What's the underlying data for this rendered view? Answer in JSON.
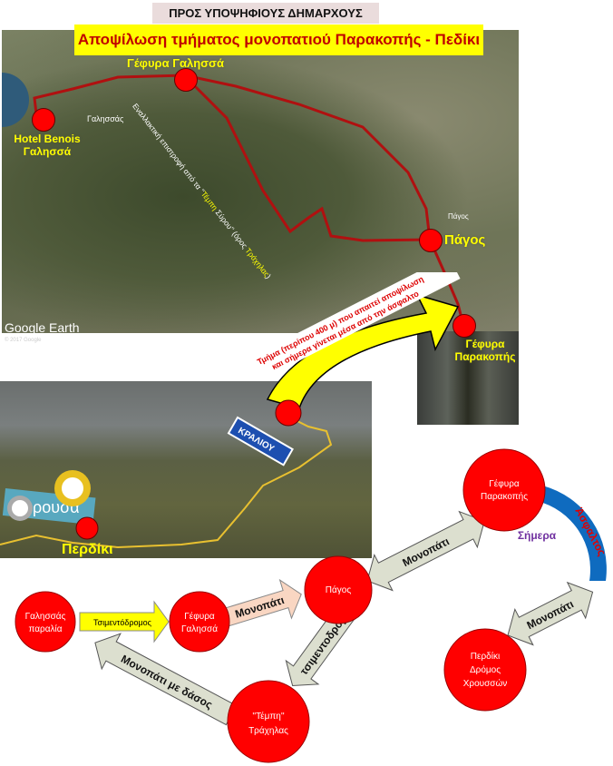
{
  "header": "ΠΡΟΣ ΥΠΟΨΗΦΙΟΥΣ ΔΗΜΑΡΧΟΥΣ",
  "title": "Αποψίλωση τμήματος μονοπατιού Παρακοπής - Πεδίκι",
  "map_top": {
    "markers": {
      "gefyra_galissa": "Γέφυρα Γαλησσά",
      "hotel_1": "Hotel Benois",
      "hotel_2": "Γαλησσά",
      "pagos": "Πάγος",
      "gefyra_parakopis_1": "Γέφυρα",
      "gefyra_parakopis_2": "Παρακοπής"
    },
    "place_label": "Γαλησσάς",
    "village_label": "Πάγος",
    "route_note": {
      "prefix": "Εναλλακτική επιστροφή από τα ''",
      "tempi": "Τέμπη",
      "middle": " Σύρου'' (όρος ",
      "trachilas": "Τράχηλας",
      "suffix": ")"
    },
    "logo": "Google Earth",
    "copyright": "© 2017 Google"
  },
  "callout": {
    "line1": "Τμήμα (περίπου 400 μ)  που απαιτεί αποψίλωση",
    "line2": "και σήμερα γίνεται μέσα από την άσφαλτο"
  },
  "map_bottom": {
    "sign": "ΚΡΑΛΙΟΥ",
    "sign2": "ρουσα",
    "perdiki": "Περδίκι"
  },
  "diagram": {
    "nodes": {
      "galissas_1": "Γαλησσάς",
      "galissas_2": "παραλία",
      "gefyra_g_1": "Γέφυρα",
      "gefyra_g_2": "Γαλησσά",
      "pagos": "Πάγος",
      "tempi_1": "''Τέμπη''",
      "tempi_2": "Τράχηλας",
      "gefyra_p_1": "Γέφυρα",
      "gefyra_p_2": "Παρακοπής",
      "perdiki_1": "Περδίκι",
      "perdiki_2": "Δρόμος",
      "perdiki_3": "Χρουσσών"
    },
    "edges": {
      "cement1": "Τσιμεντόδρομος",
      "path1": "Μονοπάτι",
      "cement2": "τσιμεντοδρομος",
      "forest": "Μονοπάτι με δάσος",
      "path2": "Μονοπάτι",
      "asphalt": "Άσφαλτος",
      "today": "Σήμερα",
      "path3": "Μονοπάτι"
    }
  }
}
